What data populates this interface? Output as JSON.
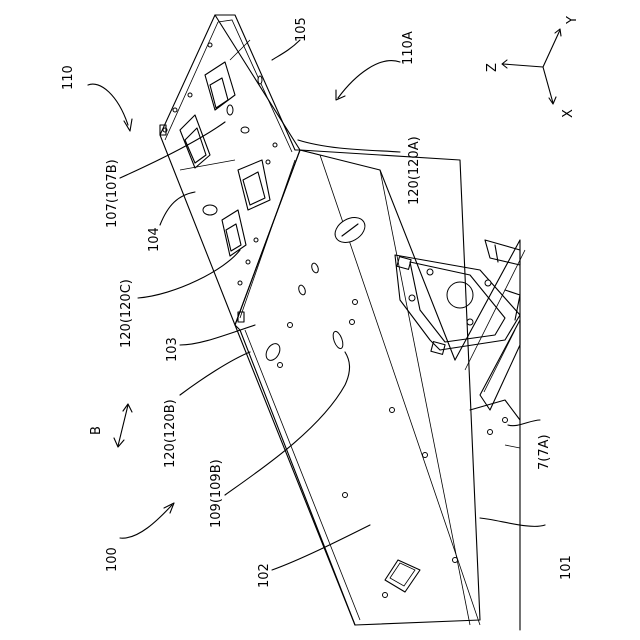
{
  "labels": {
    "l100": "100",
    "l101": "101",
    "l102": "102",
    "l103": "103",
    "l104": "104",
    "l105": "105",
    "l107": "107(107B)",
    "l109": "109(109B)",
    "l110": "110",
    "l110a": "110A",
    "l120a": "120(120A)",
    "l120b": "120(120B)",
    "l120c": "120(120C)",
    "l7": "7(7A)",
    "lB": "B"
  },
  "axes": {
    "x": "X",
    "y": "Y",
    "z": "Z"
  }
}
